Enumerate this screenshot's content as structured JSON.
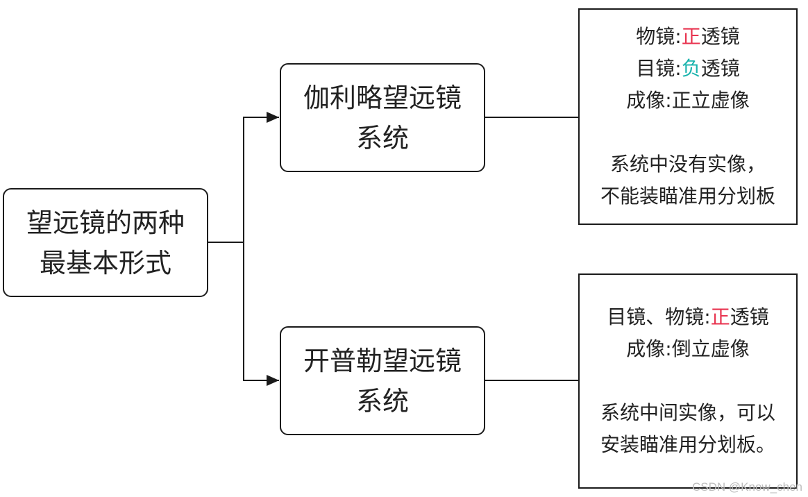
{
  "root": {
    "line1": "望远镜的两种",
    "line2": "最基本形式"
  },
  "galileo": {
    "title1": "伽利略望远镜",
    "title2": "系统",
    "detail": {
      "objective_prefix": "物镜:",
      "objective_type": "正",
      "objective_suffix": "透镜",
      "eyepiece_prefix": "目镜:",
      "eyepiece_type": "负",
      "eyepiece_suffix": "透镜",
      "image": "成像:正立虚像",
      "note1": "系统中没有实像，",
      "note2": "不能装瞄准用分划板"
    }
  },
  "kepler": {
    "title1": "开普勒望远镜",
    "title2": "系统",
    "detail": {
      "lens_prefix": "目镜、物镜:",
      "lens_type": "正",
      "lens_suffix": "透镜",
      "image": "成像:倒立虚像",
      "note1": "系统中间实像，可以",
      "note2": "安装瞄准用分划板。"
    }
  },
  "colors": {
    "positive": "#e8334f",
    "negative": "#19b3ad",
    "border": "#1a1a1a"
  },
  "watermark": "CSDN @Know_chen"
}
